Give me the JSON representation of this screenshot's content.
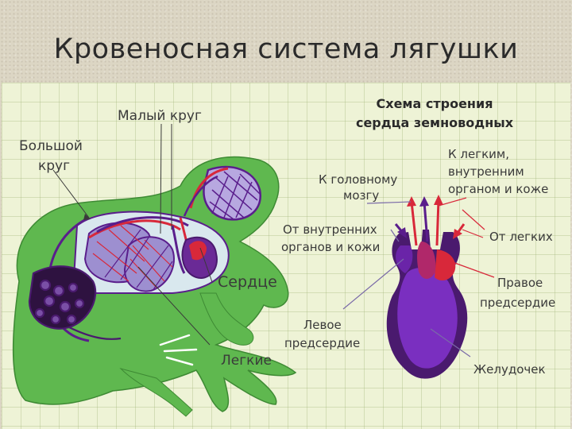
{
  "title": "Кровеносная система лягушки",
  "frog_labels": {
    "small_circle": "Малый круг",
    "big_circle_line1": "Большой",
    "big_circle_line2": "круг",
    "heart": "Сердце",
    "lungs": "Легкие"
  },
  "heart_scheme": {
    "title_line1": "Схема строения",
    "title_line2": "сердца земноводных",
    "to_brain_line1": "К головному",
    "to_brain_line2": "мозгу",
    "to_lungs_line1": "К легким,",
    "to_lungs_line2": "внутренним",
    "to_lungs_line3": "органом и коже",
    "from_organs_line1": "От внутренних",
    "from_organs_line2": "органов и кожи",
    "from_lungs": "От легких",
    "right_atrium_line1": "Правое",
    "right_atrium_line2": "предсердие",
    "left_atrium_line1": "Левое",
    "left_atrium_line2": "предсердие",
    "ventricle": "Желудочек"
  },
  "colors": {
    "frog_green": "#5fb84f",
    "frog_dark": "#3e8a34",
    "venous_purple": "#5a1e8c",
    "arterial_red": "#d8283a",
    "lung_lavender": "#9d8fd0",
    "label_line": "#7a6aa8"
  }
}
